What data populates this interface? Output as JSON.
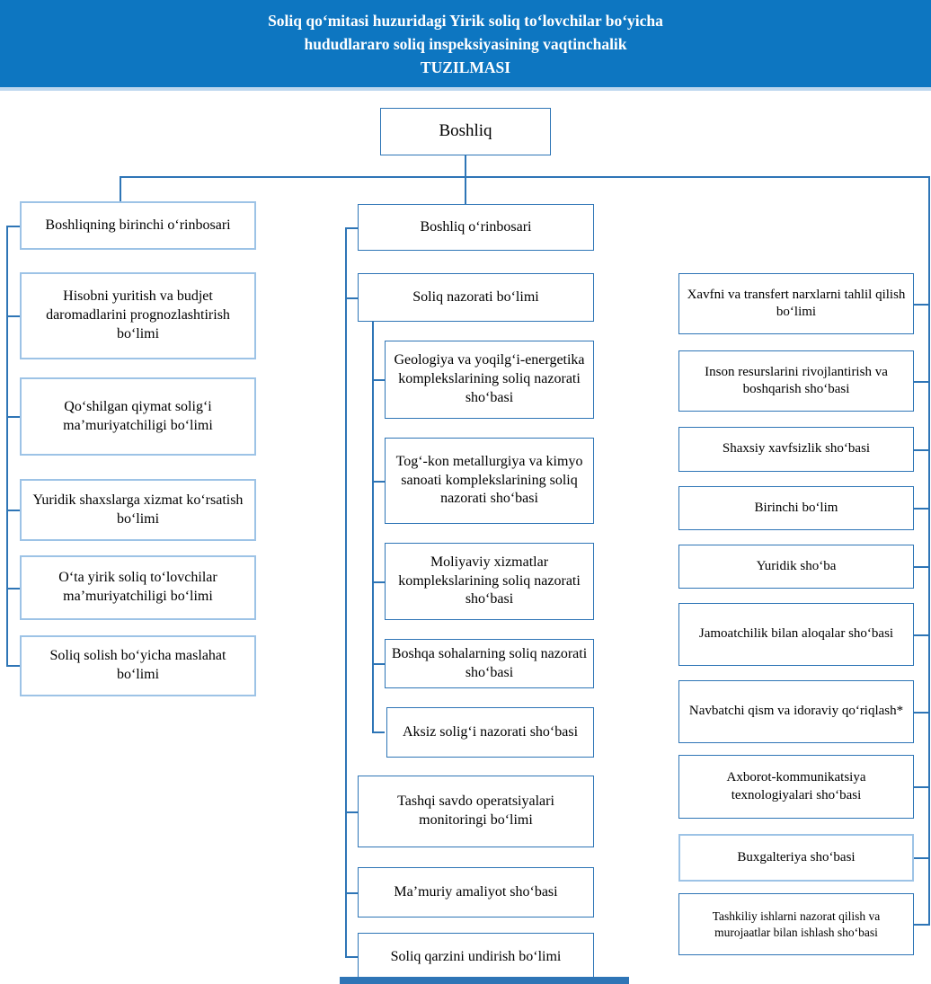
{
  "banner": {
    "line1": "Soliq qoʻmitasi huzuridagi Yirik soliq toʻlovchilar boʻyicha",
    "line2": "hududlararo soliq inspeksiyasining vaqtinchalik",
    "line3": "TUZILMASI"
  },
  "root": "Boshliq",
  "left": [
    "Boshliqning birinchi oʻrinbosari",
    "Hisobni yuritish va budjet daromadlarini prognozlashtirish boʻlimi",
    "Qoʻshilgan qiymat soligʻi maʼmuriyatchiligi boʻlimi",
    "Yuridik shaxslarga xizmat koʻrsatish boʻlimi",
    "Oʻta yirik soliq toʻlovchilar maʼmuriyatchiligi boʻlimi",
    "Soliq solish boʻyicha maslahat boʻlimi"
  ],
  "middle": {
    "head": "Boshliq oʻrinbosari",
    "dept": "Soliq nazorati boʻlimi",
    "sub": [
      "Geologiya va yoqilgʻi-energetika komplekslarining soliq nazorati shoʻbasi",
      "Togʻ-kon metallurgiya va kimyo sanoati komplekslarining soliq nazorati shoʻbasi",
      "Moliyaviy xizmatlar komplekslarining soliq nazorati shoʻbasi",
      "Boshqa sohalarning soliq nazorati shoʻbasi",
      "Aksiz soligʻi nazorati shoʻbasi"
    ],
    "others": [
      "Tashqi savdo operatsiyalari monitoringi boʻlimi",
      "Maʼmuriy amaliyot shoʻbasi",
      "Soliq qarzini undirish boʻlimi"
    ]
  },
  "right": [
    "Xavfni va transfert narxlarni tahlil qilish boʻlimi",
    "Inson resurslarini rivojlantirish va boshqarish shoʻbasi",
    "Shaxsiy xavfsizlik shoʻbasi",
    "Birinchi boʻlim",
    "Yuridik shoʻba",
    "Jamoatchilik bilan aloqalar shoʻbasi",
    "Navbatchi qism va idoraviy qoʻriqlash*",
    "Axborot-kommunikatsiya texnologiyalari shoʻbasi",
    "Buxgalteriya shoʻbasi",
    "Tashkiliy ishlarni nazorat qilish va murojaatlar bilan ishlash shoʻbasi"
  ],
  "colors": {
    "banner_bg": "#0d76c1",
    "banner_text": "#ffffff",
    "border_dark": "#2e75b6",
    "border_light": "#9dc3e6",
    "connector": "#2e75b6",
    "under_banner_strip": "#bdd7ee"
  }
}
